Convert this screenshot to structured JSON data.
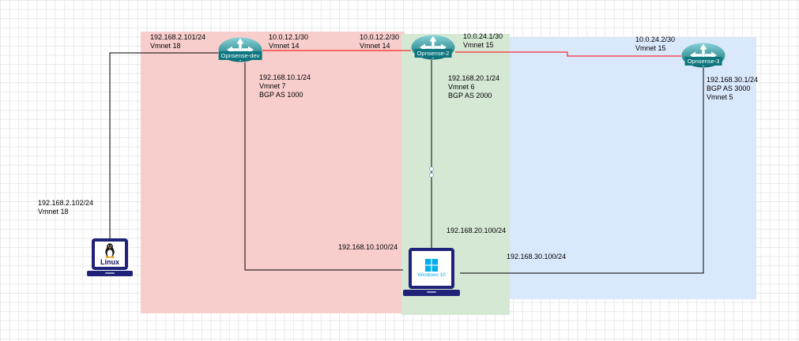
{
  "icons": {
    "router": "cisco-router-icon",
    "linux_host": "tux-penguin-icon",
    "windows_host": "windows-logo-icon",
    "host_device": "laptop-icon"
  },
  "colors": {
    "zone_as1000": "#f8cecc",
    "zone_as2000": "#d5e8d4",
    "zone_as3000": "#dae8fc",
    "ptp_link": "#ff0000",
    "lan_link": "#000000",
    "router_fill": "#0c7178",
    "laptop_body": "#1f2278",
    "windows_blue": "#00adef"
  },
  "routers": [
    {
      "name": "Opnsense-dev",
      "left_label": "192.168.2.101/24\nVmnet 18",
      "right_label": "10.0.12.1/30\nVmnet 14",
      "lan_label": "192.168.10.1/24\nVmnet 7\nBGP AS 1000"
    },
    {
      "name": "Opnsense-2",
      "left_label": "10.0.12.2/30\nVmnet 14",
      "right_label": "10.0.24.1/30\nVmnet 15",
      "lan_label": "192.168.20.1/24\nVmnet 6\nBGP AS 2000"
    },
    {
      "name": "Opnsense-3",
      "left_label": "10.0.24.2/30\nVmnet 15",
      "lan_label": "192.168.30.1/24\nBGP AS 3000\nVmnet 5"
    }
  ],
  "hosts": [
    {
      "name": "Linux",
      "nic_label": "192.168.2.102/24\nVmnet 18"
    },
    {
      "name": "Windows 10",
      "nic_labels": [
        "192.168.10.100/24",
        "192.168.20.100/24",
        "192.168.30.100/24"
      ]
    }
  ]
}
